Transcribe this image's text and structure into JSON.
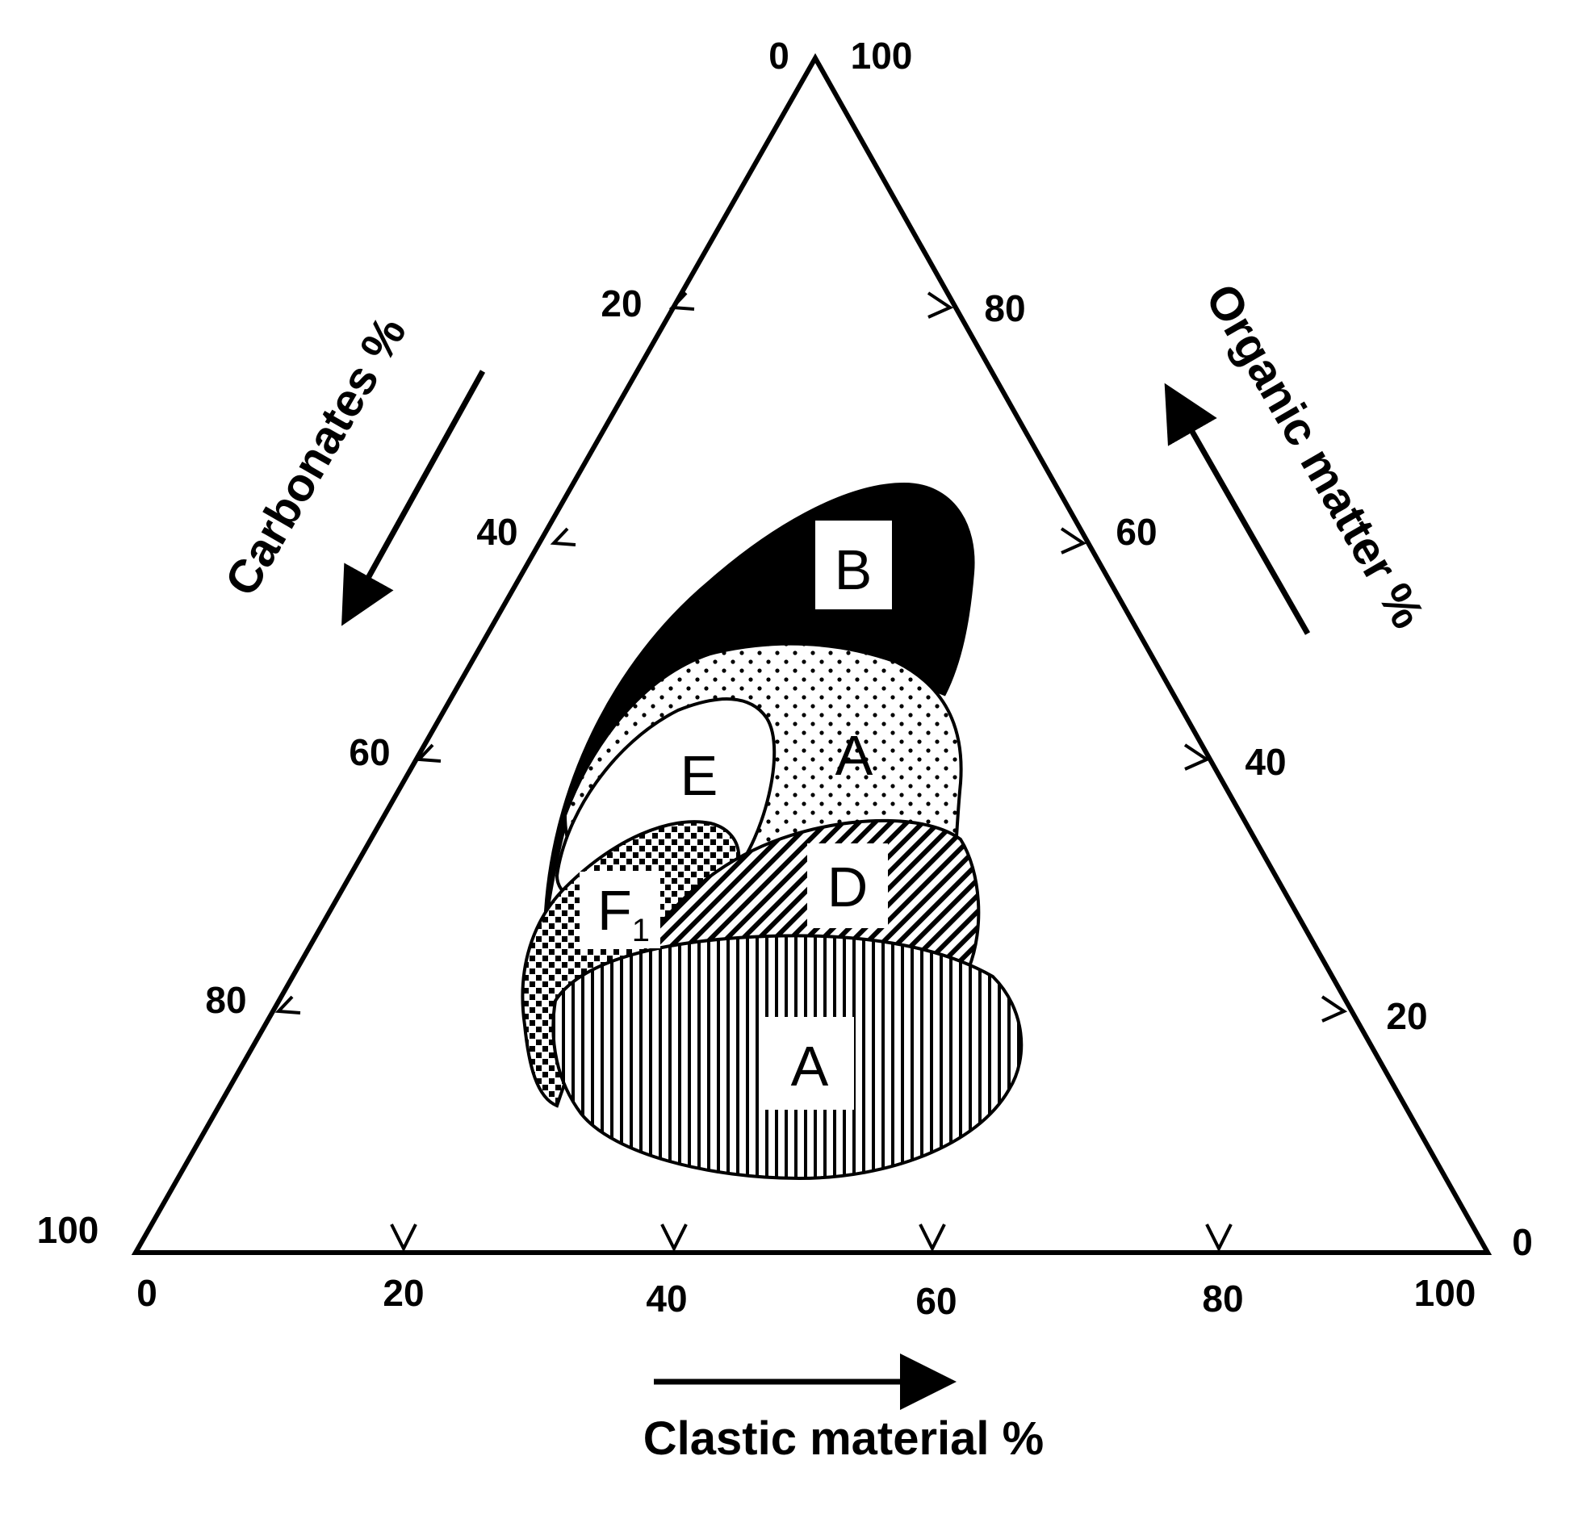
{
  "diagram": {
    "type": "ternary",
    "axes": {
      "bottom": {
        "title": "Clastic material %",
        "ticks": [
          "0",
          "20",
          "40",
          "60",
          "80",
          "100"
        ]
      },
      "left": {
        "title": "Carbonates %",
        "ticks": [
          "0",
          "20",
          "40",
          "60",
          "80",
          "100"
        ]
      },
      "right": {
        "title": "Organic matter %",
        "ticks": [
          "0",
          "20",
          "40",
          "60",
          "80",
          "100"
        ]
      }
    },
    "regions": [
      {
        "id": "B",
        "label": "B",
        "fill": "solid-black"
      },
      {
        "id": "A-upper",
        "label": "A",
        "fill": "dots"
      },
      {
        "id": "E",
        "label": "E",
        "fill": "white"
      },
      {
        "id": "F1",
        "label": "F",
        "subscript": "1",
        "fill": "checker"
      },
      {
        "id": "D",
        "label": "D",
        "fill": "diagonal-hatch"
      },
      {
        "id": "A-lower",
        "label": "A",
        "fill": "vertical-hatch"
      }
    ]
  }
}
